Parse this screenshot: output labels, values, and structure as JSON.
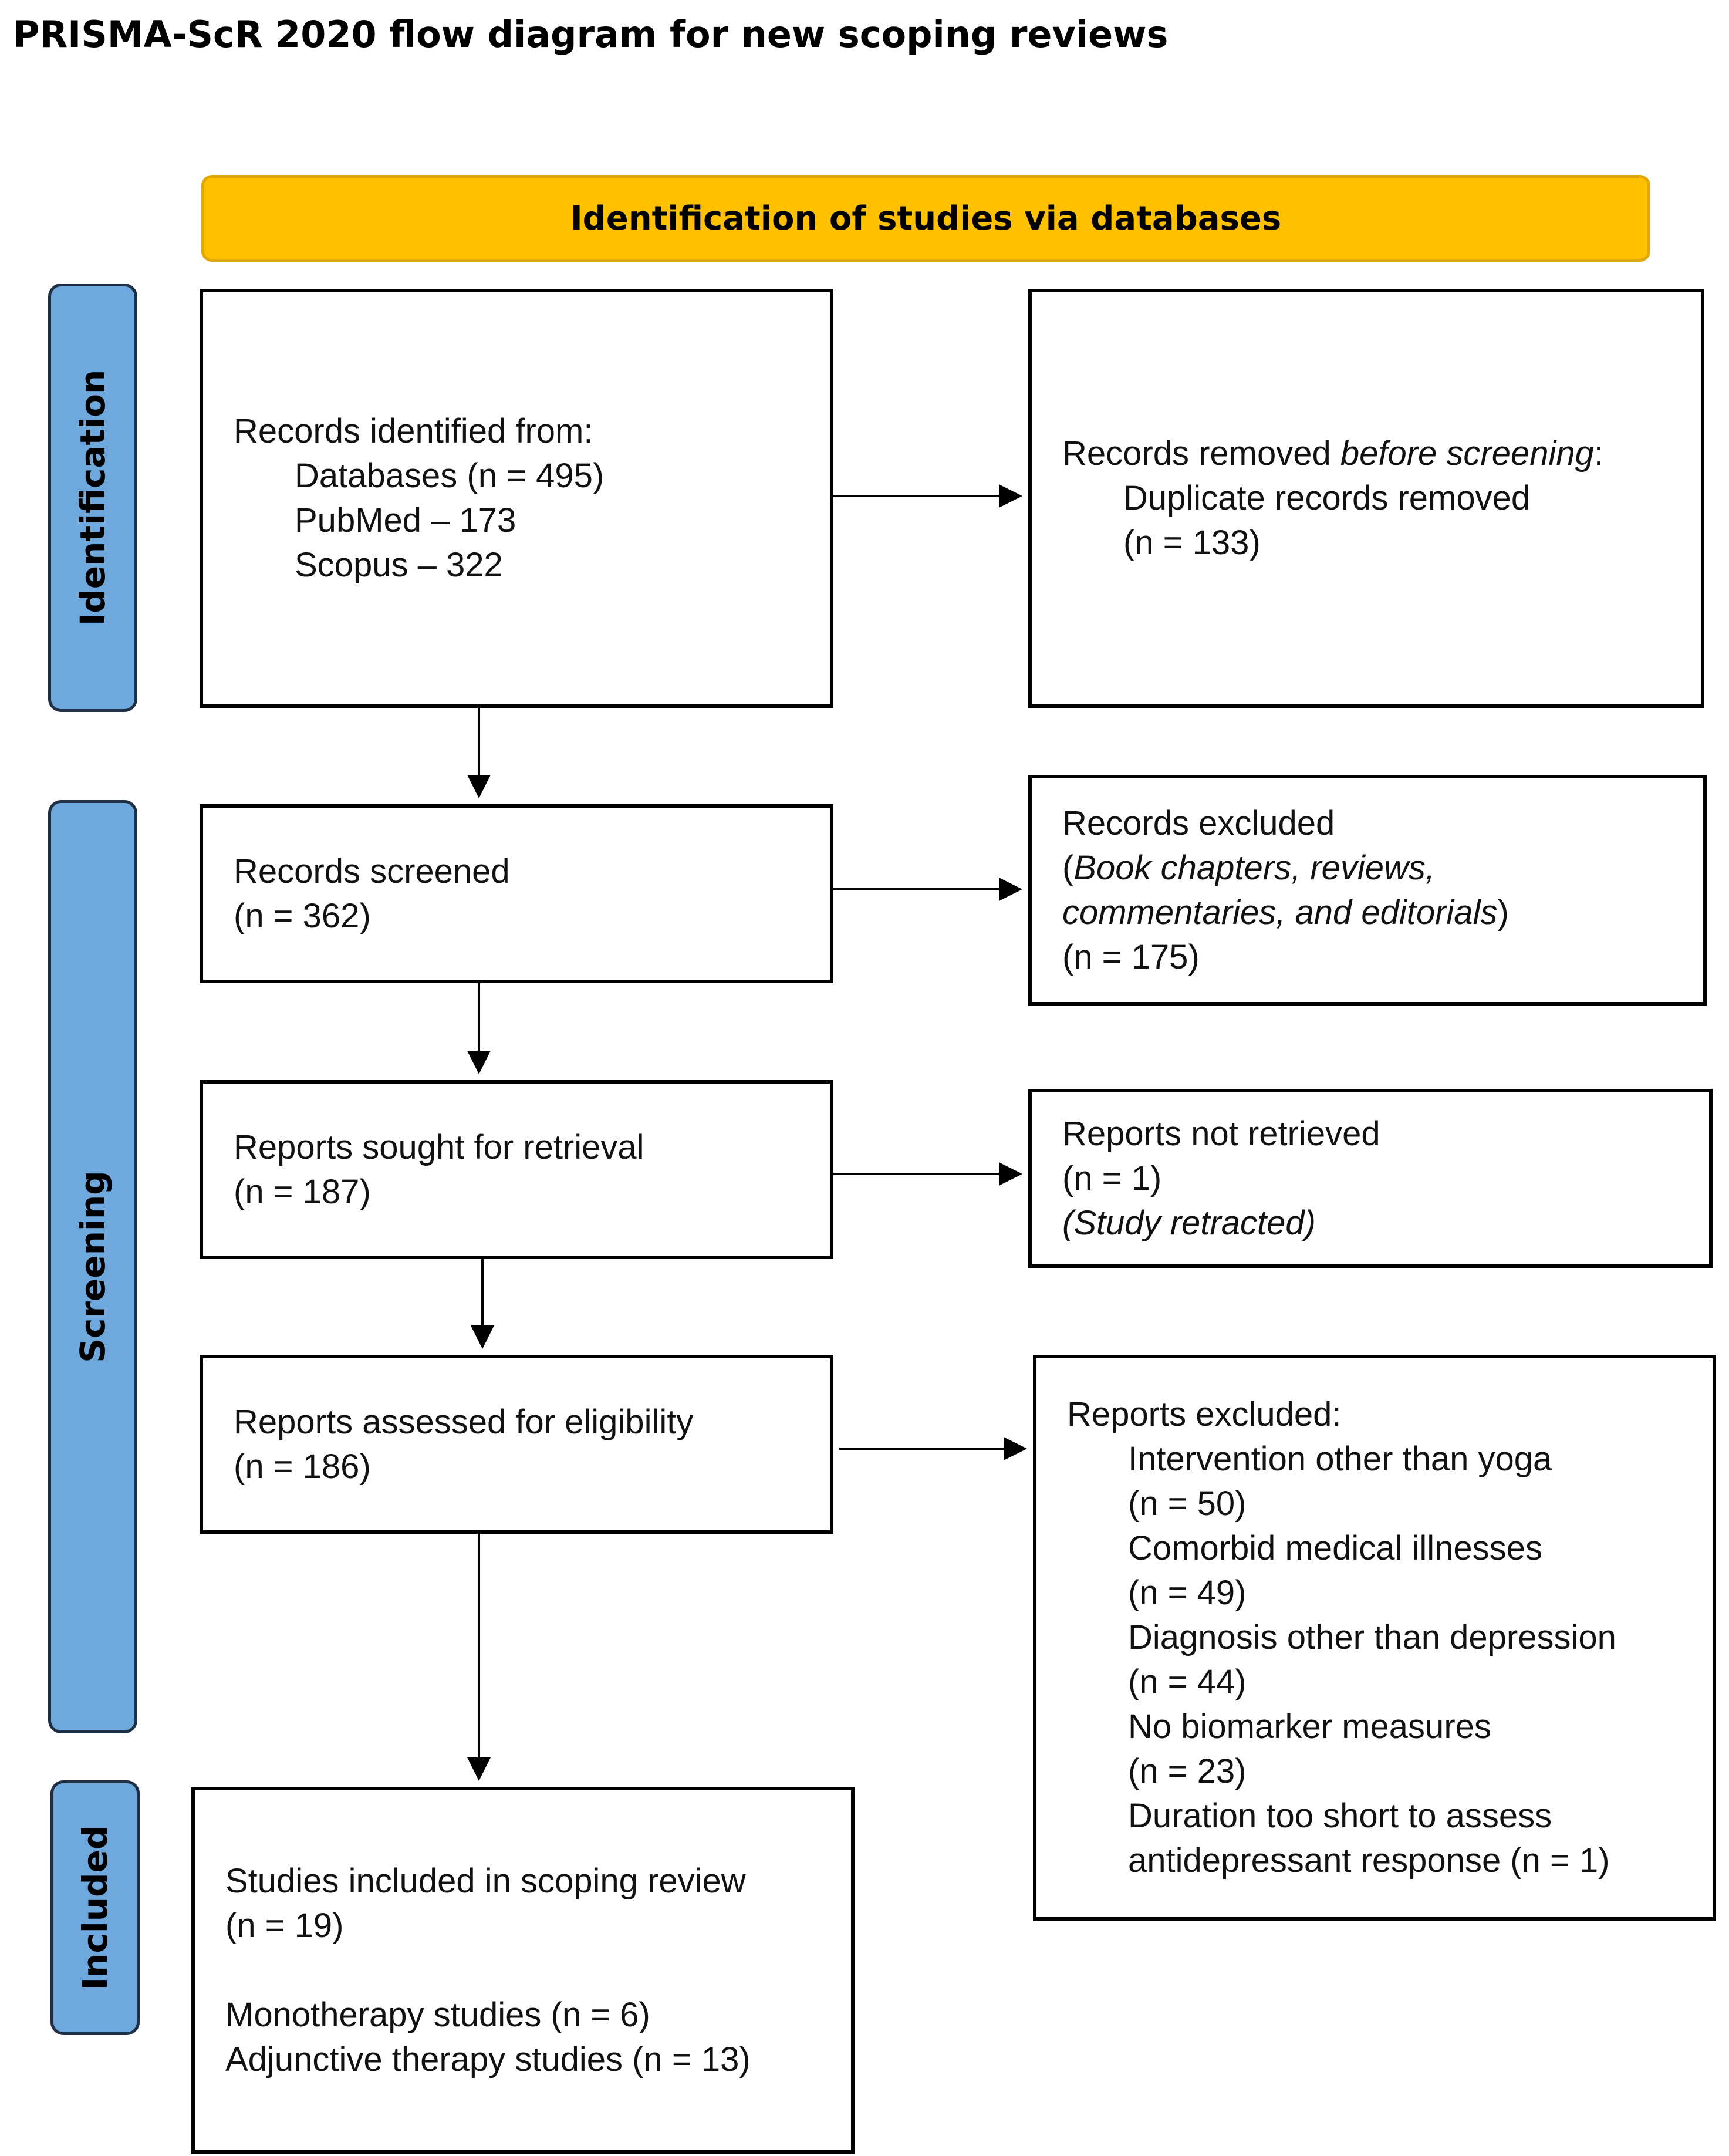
{
  "title": "PRISMA-ScR 2020 flow diagram for new scoping reviews",
  "banner": "Identification of studies via databases",
  "phases": {
    "identification": "Identification",
    "screening": "Screening",
    "included": "Included"
  },
  "identified": {
    "heading": "Records identified from:",
    "databases": "Databases (n = 495)",
    "pubmed": "PubMed – 173",
    "scopus": "Scopus – 322"
  },
  "removed": {
    "heading_prefix": "Records removed ",
    "heading_em": "before screening",
    "heading_suffix": ":",
    "line1": "Duplicate records removed",
    "line2": "(n = 133)"
  },
  "screened": {
    "heading": "Records screened",
    "count": "(n = 362)"
  },
  "records_excluded": {
    "heading": "Records excluded",
    "paren_open": "(",
    "reason_line1": "Book chapters, reviews,",
    "reason_line2": "commentaries, and editorials",
    "paren_close": ")",
    "count": "(n = 175)"
  },
  "sought": {
    "heading": "Reports sought for retrieval",
    "count": "(n = 187)"
  },
  "not_retrieved": {
    "heading": "Reports not retrieved",
    "count": "(n = 1)",
    "reason": "(Study retracted)"
  },
  "assessed": {
    "heading": "Reports assessed for eligibility",
    "count": "(n = 186)"
  },
  "reports_excluded": {
    "heading": "Reports excluded:",
    "lines": [
      "Intervention other than yoga",
      "(n = 50)",
      "Comorbid medical illnesses",
      "(n = 49)",
      "Diagnosis other than depression",
      "(n = 44)",
      "No biomarker measures",
      "(n = 23)",
      "Duration too short to assess",
      "antidepressant response (n = 1)"
    ]
  },
  "included": {
    "heading": "Studies included in scoping review",
    "count": "(n = 19)",
    "mono": "Monotherapy studies (n = 6)",
    "adjunct": "Adjunctive therapy studies (n = 13)"
  },
  "colors": {
    "banner": "#ffc000",
    "phase": "#6fa8dc"
  }
}
